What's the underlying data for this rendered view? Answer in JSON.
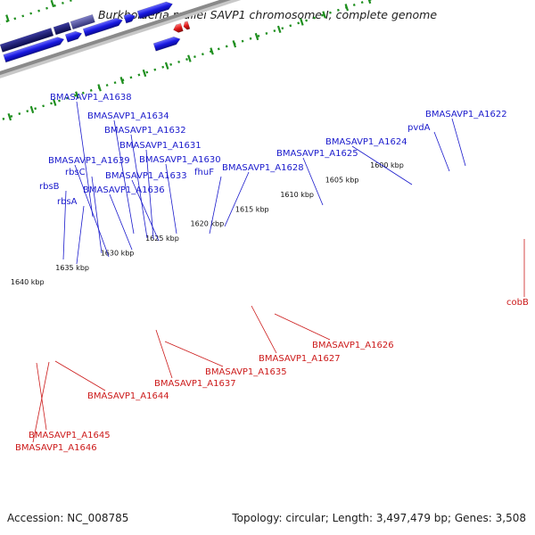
{
  "title": "Burkholderia mallei SAVP1 chromosome I, complete genome",
  "footer": {
    "accession": "Accession: NC_008785",
    "summary": "Topology: circular; Length: 3,497,479 bp; Genes: 3,508"
  },
  "colors": {
    "forward_gene": "#1818e0",
    "reverse_gene": "#e01818",
    "label_forward": "#1a1acc",
    "label_reverse": "#cc1a1a",
    "backbone": "#8a8a8a",
    "tick": "#1f8f1f"
  },
  "scale_ticks": [
    {
      "kbp": 1640,
      "label": "1640 kbp"
    },
    {
      "kbp": 1635,
      "label": "1635 kbp"
    },
    {
      "kbp": 1630,
      "label": "1630 kbp"
    },
    {
      "kbp": 1625,
      "label": "1625 kbp"
    },
    {
      "kbp": 1620,
      "label": "1620 kbp"
    },
    {
      "kbp": 1615,
      "label": "1615 kbp"
    },
    {
      "kbp": 1610,
      "label": "1610 kbp"
    },
    {
      "kbp": 1605,
      "label": "1605 kbp"
    },
    {
      "kbp": 1600,
      "label": "1600 kbp"
    }
  ],
  "forward_labels": [
    {
      "name": "BMASAVP1_A1638"
    },
    {
      "name": "BMASAVP1_A1634"
    },
    {
      "name": "BMASAVP1_A1632"
    },
    {
      "name": "BMASAVP1_A1631"
    },
    {
      "name": "BMASAVP1_A1630"
    },
    {
      "name": "BMASAVP1_A1639"
    },
    {
      "name": "rbsC"
    },
    {
      "name": "fhuF"
    },
    {
      "name": "BMASAVP1_A1633"
    },
    {
      "name": "rbsB"
    },
    {
      "name": "BMASAVP1_A1636"
    },
    {
      "name": "rbsA"
    },
    {
      "name": "BMASAVP1_A1628"
    },
    {
      "name": "BMASAVP1_A1625"
    },
    {
      "name": "BMASAVP1_A1624"
    },
    {
      "name": "pvdA"
    },
    {
      "name": "BMASAVP1_A1622"
    }
  ],
  "reverse_labels": [
    {
      "name": "cobB"
    },
    {
      "name": "BMASAVP1_A1626"
    },
    {
      "name": "BMASAVP1_A1627"
    },
    {
      "name": "BMASAVP1_A1635"
    },
    {
      "name": "BMASAVP1_A1637"
    },
    {
      "name": "BMASAVP1_A1644"
    },
    {
      "name": "BMASAVP1_A1645"
    },
    {
      "name": "BMASAVP1_A1646"
    }
  ]
}
